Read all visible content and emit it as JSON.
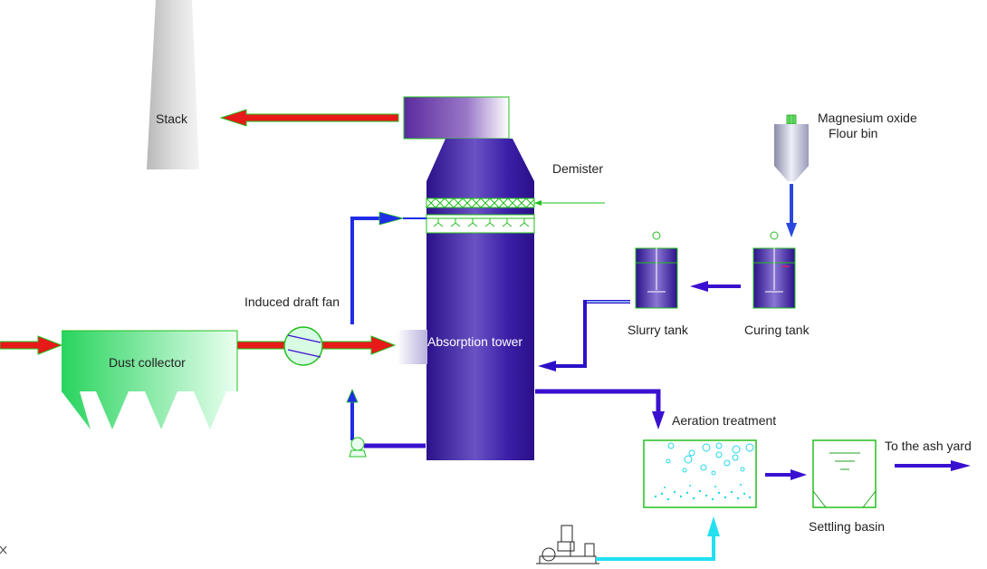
{
  "labels": {
    "stack": "Stack",
    "demister": "Demister",
    "magnesium_line1": "Magnesium oxide",
    "magnesium_line2": "Flour bin",
    "induced_draft_fan": "Induced draft fan",
    "dust_collector": "Dust collector",
    "absorption_tower": "Absorption tower",
    "slurry_tank": "Slurry tank",
    "curing_tank": "Curing tank",
    "aeration_treatment": "Aeration treatment",
    "settling_basin": "Settling basin",
    "to_ash_yard": "To the ash yard"
  },
  "colors": {
    "flue_gas": "#e81919",
    "flue_gas_outline": "#22c01e",
    "slurry_line": "#3a10d0",
    "water_line": "#22e0f0",
    "tower": "#3a1a9e",
    "equipment_outline": "#22c01e"
  }
}
